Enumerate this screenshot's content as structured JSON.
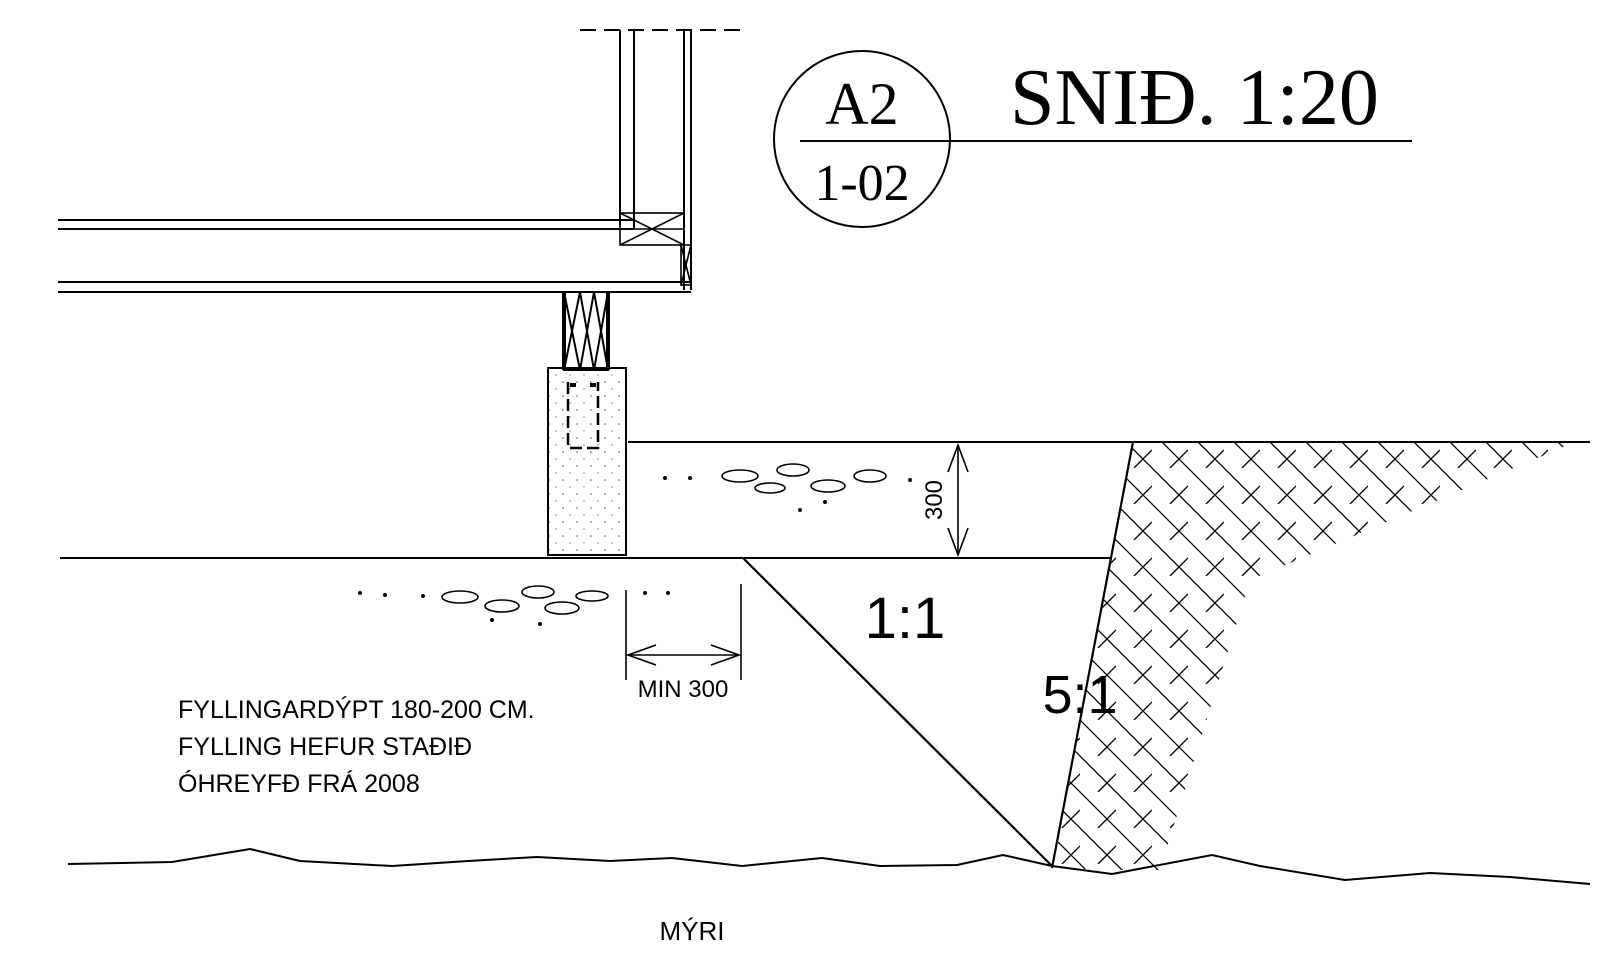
{
  "drawing": {
    "ink_color": "#000000",
    "paper_color": "#ffffff",
    "detail_ref": {
      "top": "A2",
      "bottom": "1-02"
    },
    "title": "SNIÐ. 1:20",
    "dimensions": {
      "fill_thickness": "300",
      "footing_clearance": "MIN 300"
    },
    "slopes": {
      "gentle": "1:1",
      "steep": "5:1"
    },
    "notes": [
      "FYLLINGARDÝPT 180-200 CM.",
      "FYLLING HEFUR STAÐIÐ",
      "ÓHREYFÐ FRÁ 2008"
    ],
    "ground_label": "MÝRI"
  }
}
